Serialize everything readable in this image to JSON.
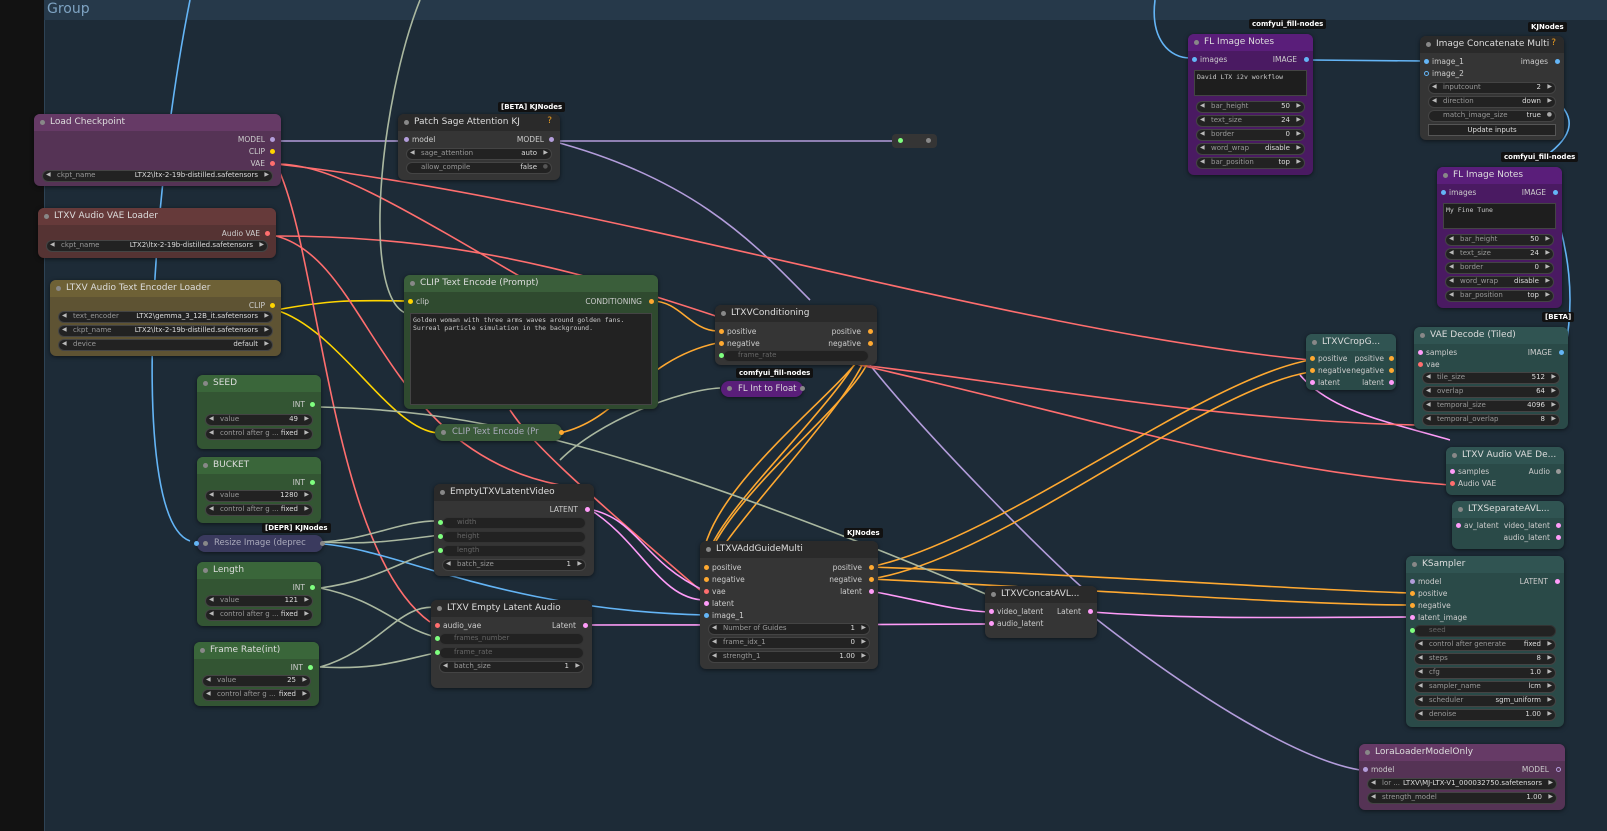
{
  "group": {
    "title": "Group"
  },
  "colors": {
    "model": "#b39ddb",
    "clip": "#ffd500",
    "vae": "#ff6e6e",
    "conditioning": "#ffa931",
    "latent": "#ff9cf9",
    "image": "#64b5f6",
    "int": "#7fff7f",
    "audio": "#888888"
  },
  "nodes": {
    "load_checkpoint": {
      "title": "Load Checkpoint",
      "outputs": [
        "MODEL",
        "CLIP",
        "VAE"
      ],
      "ckpt_label": "ckpt_name",
      "ckpt_value": "LTX2\\ltx-2-19b-distilled.safetensors"
    },
    "audio_vae_loader": {
      "title": "LTXV Audio VAE Loader",
      "output": "Audio VAE",
      "ckpt_label": "ckpt_name",
      "ckpt_value": "LTX2\\ltx-2-19b-distilled.safetensors"
    },
    "audio_text_encoder": {
      "title": "LTXV Audio Text Encoder Loader",
      "output": "CLIP",
      "w1_label": "text_encoder",
      "w1_value": "LTX2\\gemma_3_12B_it.safetensors",
      "w2_label": "ckpt_name",
      "w2_value": "LTX2\\ltx-2-19b-distilled.safetensors",
      "w3_label": "device",
      "w3_value": "default"
    },
    "seed": {
      "title": "SEED",
      "output": "INT",
      "value_label": "value",
      "value": "49",
      "ctrl_label": "control after g ...",
      "ctrl_value": "fixed"
    },
    "bucket": {
      "title": "BUCKET",
      "output": "INT",
      "value_label": "value",
      "value": "1280",
      "ctrl_label": "control after g ...",
      "ctrl_value": "fixed"
    },
    "resize_image": {
      "title": "Resize Image (deprec",
      "badge": "[DEPR] KJNodes"
    },
    "length": {
      "title": "Length",
      "output": "INT",
      "value_label": "value",
      "value": "121",
      "ctrl_label": "control after g ...",
      "ctrl_value": "fixed"
    },
    "frame_rate": {
      "title": "Frame Rate(int)",
      "output": "INT",
      "value_label": "value",
      "value": "25",
      "ctrl_label": "control after g ...",
      "ctrl_value": "fixed"
    },
    "patch_sage": {
      "title": "Patch Sage Attention KJ",
      "badge": "[BETA] KJNodes",
      "q": "?",
      "input": "model",
      "output": "MODEL",
      "w1_label": "sage_attention",
      "w1_value": "auto",
      "w2_label": "allow_compile",
      "w2_value": "false"
    },
    "clip_text_encode": {
      "title": "CLIP Text Encode (Prompt)",
      "input": "clip",
      "output": "CONDITIONING",
      "text": "Golden woman with three arms waves around golden fans.\nSurreal particle simulation in the background."
    },
    "clip_text_encode_2": {
      "title": "CLIP Text Encode (Pr"
    },
    "ltxv_conditioning": {
      "title": "LTXVConditioning",
      "inputs": [
        "positive",
        "negative"
      ],
      "outputs": [
        "positive",
        "negative"
      ],
      "w_label": "frame_rate"
    },
    "fl_int_to_float": {
      "title": "FL Int to Float",
      "badge": "comfyui_fill-nodes"
    },
    "empty_latent_video": {
      "title": "EmptyLTXVLatentVideo",
      "output": "LATENT",
      "w1": "width",
      "w2": "height",
      "w3": "length",
      "w4_label": "batch_size",
      "w4_value": "1"
    },
    "empty_latent_audio": {
      "title": "LTXV Empty Latent Audio",
      "input": "audio_vae",
      "output": "Latent",
      "w1": "frames_number",
      "w2": "frame_rate",
      "w3_label": "batch_size",
      "w3_value": "1"
    },
    "add_guide_multi": {
      "title": "LTXVAddGuideMulti",
      "badge": "KJNodes",
      "inputs": [
        "positive",
        "negative",
        "vae",
        "latent",
        "image_1"
      ],
      "outputs": [
        "positive",
        "negative",
        "latent"
      ],
      "w1_label": "Number of Guides",
      "w1_value": "1",
      "w2_label": "frame_idx_1",
      "w2_value": "0",
      "w3_label": "strength_1",
      "w3_value": "1.00"
    },
    "concat_av": {
      "title": "LTXVConcatAVL...",
      "inputs": [
        "video_latent",
        "audio_latent"
      ],
      "output": "Latent"
    },
    "fl_image_notes_1": {
      "title": "FL Image Notes",
      "badge": "comfyui_fill-nodes",
      "input": "images",
      "output": "IMAGE",
      "text": "David LTX i2v workflow",
      "w1_label": "bar_height",
      "w1_value": "50",
      "w2_label": "text_size",
      "w2_value": "24",
      "w3_label": "border",
      "w3_value": "0",
      "w4_label": "word_wrap",
      "w4_value": "disable",
      "w5_label": "bar_position",
      "w5_value": "top"
    },
    "image_concat": {
      "title": "Image Concatenate Multi",
      "badge": "KJNodes",
      "q": "?",
      "inputs": [
        "image_1",
        "image_2"
      ],
      "output": "images",
      "w1_label": "inputcount",
      "w1_value": "2",
      "w2_label": "direction",
      "w2_value": "down",
      "w3_label": "match_image_size",
      "w3_value": "true",
      "button": "Update inputs"
    },
    "fl_image_notes_2": {
      "title": "FL Image Notes",
      "badge": "comfyui_fill-nodes",
      "input": "images",
      "output": "IMAGE",
      "text": "My Fine Tune",
      "w1_label": "bar_height",
      "w1_value": "50",
      "w2_label": "text_size",
      "w2_value": "24",
      "w3_label": "border",
      "w3_value": "0",
      "w4_label": "word_wrap",
      "w4_value": "disable",
      "w5_label": "bar_position",
      "w5_value": "top"
    },
    "crop_guides": {
      "title": "LTXVCropG...",
      "inputs": [
        "positive",
        "negative",
        "latent"
      ],
      "outputs": [
        "positive",
        "negative",
        "latent"
      ]
    },
    "vae_decode_tiled": {
      "title": "VAE Decode (Tiled)",
      "badge": "[BETA]",
      "inputs": [
        "samples",
        "vae"
      ],
      "output": "IMAGE",
      "w1_label": "tile_size",
      "w1_value": "512",
      "w2_label": "overlap",
      "w2_value": "64",
      "w3_label": "temporal_size",
      "w3_value": "4096",
      "w4_label": "temporal_overlap",
      "w4_value": "8"
    },
    "audio_vae_decode": {
      "title": "LTXV Audio VAE De...",
      "inputs": [
        "samples",
        "Audio VAE"
      ],
      "output": "Audio"
    },
    "separate_av": {
      "title": "LTXSeparateAVL...",
      "input": "av_latent",
      "outputs": [
        "video_latent",
        "audio_latent"
      ]
    },
    "ksampler": {
      "title": "KSampler",
      "inputs": [
        "model",
        "positive",
        "negative",
        "latent_image"
      ],
      "output": "LATENT",
      "w0": "seed",
      "w1_label": "control after generate",
      "w1_value": "fixed",
      "w2_label": "steps",
      "w2_value": "8",
      "w3_label": "cfg",
      "w3_value": "1.0",
      "w4_label": "sampler_name",
      "w4_value": "lcm",
      "w5_label": "scheduler",
      "w5_value": "sgm_uniform",
      "w6_label": "denoise",
      "w6_value": "1.00"
    },
    "lora_loader": {
      "title": "LoraLoaderModelOnly",
      "input": "model",
      "output": "MODEL",
      "w1_label": "lor ...",
      "w1_value": "LTXV\\MJ-LTX-V1_000032750.safetensors",
      "w2_label": "strength_model",
      "w2_value": "1.00"
    }
  }
}
